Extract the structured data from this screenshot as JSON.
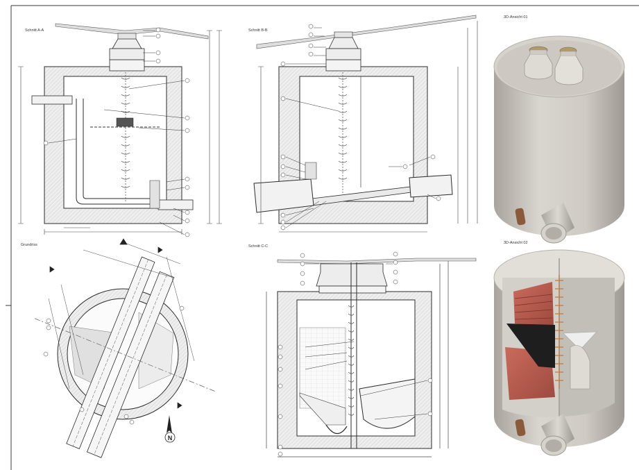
{
  "drawing": {
    "views": {
      "section_aa": {
        "title": "Schnitt A-A"
      },
      "section_bb": {
        "title": "Schnitt B-B"
      },
      "plan": {
        "title": "Grundriss"
      },
      "section_cc": {
        "title": "Schnitt C-C"
      },
      "view_3d_1": {
        "title": "3D-Ansicht 01"
      },
      "view_3d_2": {
        "title": "3D-Ansicht 02"
      }
    },
    "north_arrow": {
      "letter": "N"
    }
  },
  "colors": {
    "line": "#2b2b2b",
    "concrete_hatch": "#e6e6e6",
    "terrain_hatch": "#d9d9d9",
    "concrete_3d": "#cfcac4",
    "brick_red": "#b85a4e",
    "pipe_grey": "#c9c6c0",
    "pipe_brown": "#8a5a3a"
  }
}
